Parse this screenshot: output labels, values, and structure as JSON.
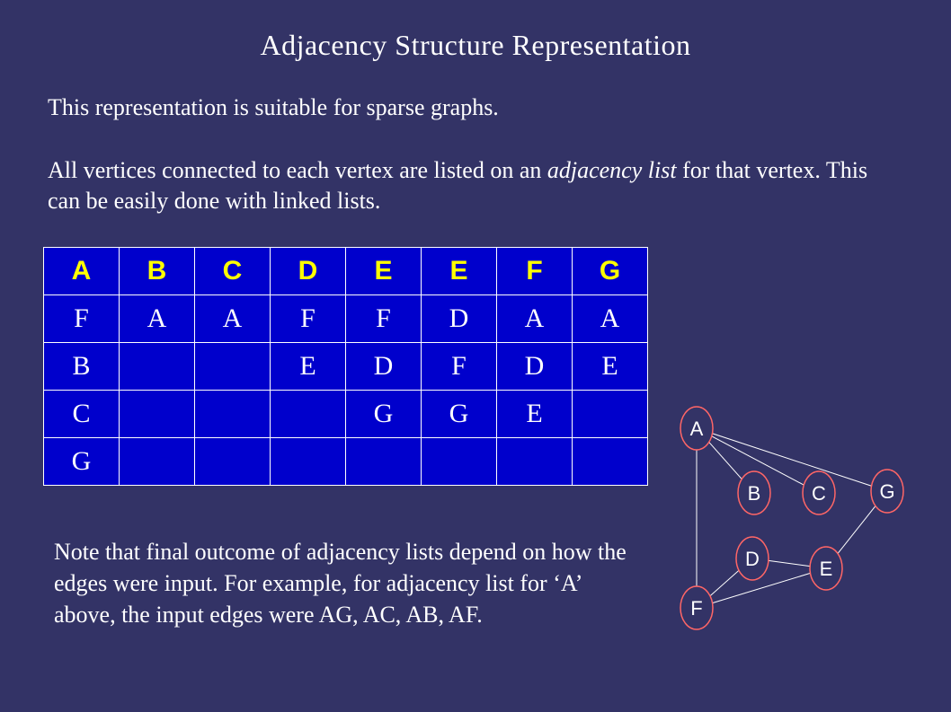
{
  "title": "Adjacency Structure Representation",
  "intro": {
    "line1": "This representation is suitable for sparse graphs.",
    "line2_before": "All vertices connected to each vertex are listed on an ",
    "line2_emphasis": "adjacency list",
    "line2_after": " for that vertex. This can be easily done with linked lists."
  },
  "table": {
    "headers": [
      "A",
      "B",
      "C",
      "D",
      "E",
      "E",
      "F",
      "G"
    ],
    "rows": [
      [
        "F",
        "A",
        "A",
        "F",
        "F",
        "D",
        "A",
        "A"
      ],
      [
        "B",
        "",
        "",
        "E",
        "D",
        "F",
        "D",
        "E"
      ],
      [
        "C",
        "",
        "",
        "",
        "G",
        "G",
        "E",
        ""
      ],
      [
        "G",
        "",
        "",
        "",
        "",
        "",
        "",
        ""
      ]
    ]
  },
  "note": "Note that final outcome of adjacency lists depend on how the edges were input. For example, for adjacency list for ‘A’ above, the input edges were AG, AC, AB, AF.",
  "graph": {
    "vertices": [
      "A",
      "B",
      "C",
      "G",
      "D",
      "E",
      "F"
    ],
    "edges": [
      [
        "A",
        "B"
      ],
      [
        "A",
        "C"
      ],
      [
        "A",
        "G"
      ],
      [
        "A",
        "F"
      ],
      [
        "D",
        "E"
      ],
      [
        "D",
        "F"
      ],
      [
        "F",
        "E"
      ],
      [
        "E",
        "G"
      ]
    ],
    "node_stroke_color": "#ff6666",
    "edge_color": "#ffffff"
  }
}
